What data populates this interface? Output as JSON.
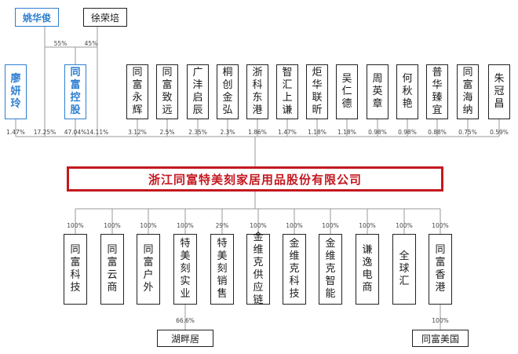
{
  "colors": {
    "main_border": "#c4181f",
    "highlight_blue": "#2e7fd0",
    "line": "#9a9a9a"
  },
  "top_owners": [
    {
      "name": "姚华俊",
      "highlight": true,
      "pct": "55%"
    },
    {
      "name": "徐荣培",
      "highlight": false,
      "pct": "45%"
    }
  ],
  "shareholders": [
    {
      "name": "廖妍玲",
      "pct": "1.47%",
      "highlight": true
    },
    {
      "name": "姚华俊",
      "pct": "17.25%",
      "highlight": true,
      "label_only": true
    },
    {
      "name": "同富控股",
      "pct": "47.04%",
      "highlight": true
    },
    {
      "name": "徐荣培",
      "pct": "14.11%",
      "highlight": false,
      "label_only": true
    },
    {
      "name": "同富永辉",
      "pct": "3.12%",
      "highlight": false
    },
    {
      "name": "同富致远",
      "pct": "2.5%",
      "highlight": false
    },
    {
      "name": "广沣启辰",
      "pct": "2.35%",
      "highlight": false
    },
    {
      "name": "桐创金弘",
      "pct": "2.3%",
      "highlight": false
    },
    {
      "name": "浙科东港",
      "pct": "1.86%",
      "highlight": false
    },
    {
      "name": "智汇上谦",
      "pct": "1.47%",
      "highlight": false
    },
    {
      "name": "炬华联昕",
      "pct": "1.18%",
      "highlight": false
    },
    {
      "name": "吴仁德",
      "pct": "1.18%",
      "highlight": false
    },
    {
      "name": "周英章",
      "pct": "0.98%",
      "highlight": false
    },
    {
      "name": "何秋艳",
      "pct": "0.98%",
      "highlight": false
    },
    {
      "name": "普华臻宜",
      "pct": "0.88%",
      "highlight": false
    },
    {
      "name": "同富海纳",
      "pct": "0.75%",
      "highlight": false
    },
    {
      "name": "朱冠昌",
      "pct": "0.59%",
      "highlight": false
    }
  ],
  "company": {
    "name": "浙江同富特美刻家居用品股份有限公司"
  },
  "subsidiaries": [
    {
      "name": "同富科技",
      "pct": "100%"
    },
    {
      "name": "同富云商",
      "pct": "100%"
    },
    {
      "name": "同富户外",
      "pct": "100%"
    },
    {
      "name": "特美刻实业",
      "pct": "100%",
      "child": {
        "name": "湖畔居",
        "pct": "66.6%"
      }
    },
    {
      "name": "特美刻销售",
      "pct": "29%"
    },
    {
      "name": "金维克供应链",
      "pct": "100%"
    },
    {
      "name": "金维克科技",
      "pct": "100%"
    },
    {
      "name": "金维克智能",
      "pct": "100%"
    },
    {
      "name": "谦逸电商",
      "pct": "100%"
    },
    {
      "name": "全球汇",
      "pct": "100%"
    },
    {
      "name": "同富香港",
      "pct": "100%",
      "child": {
        "name": "同富美国",
        "pct": "100%"
      }
    }
  ]
}
